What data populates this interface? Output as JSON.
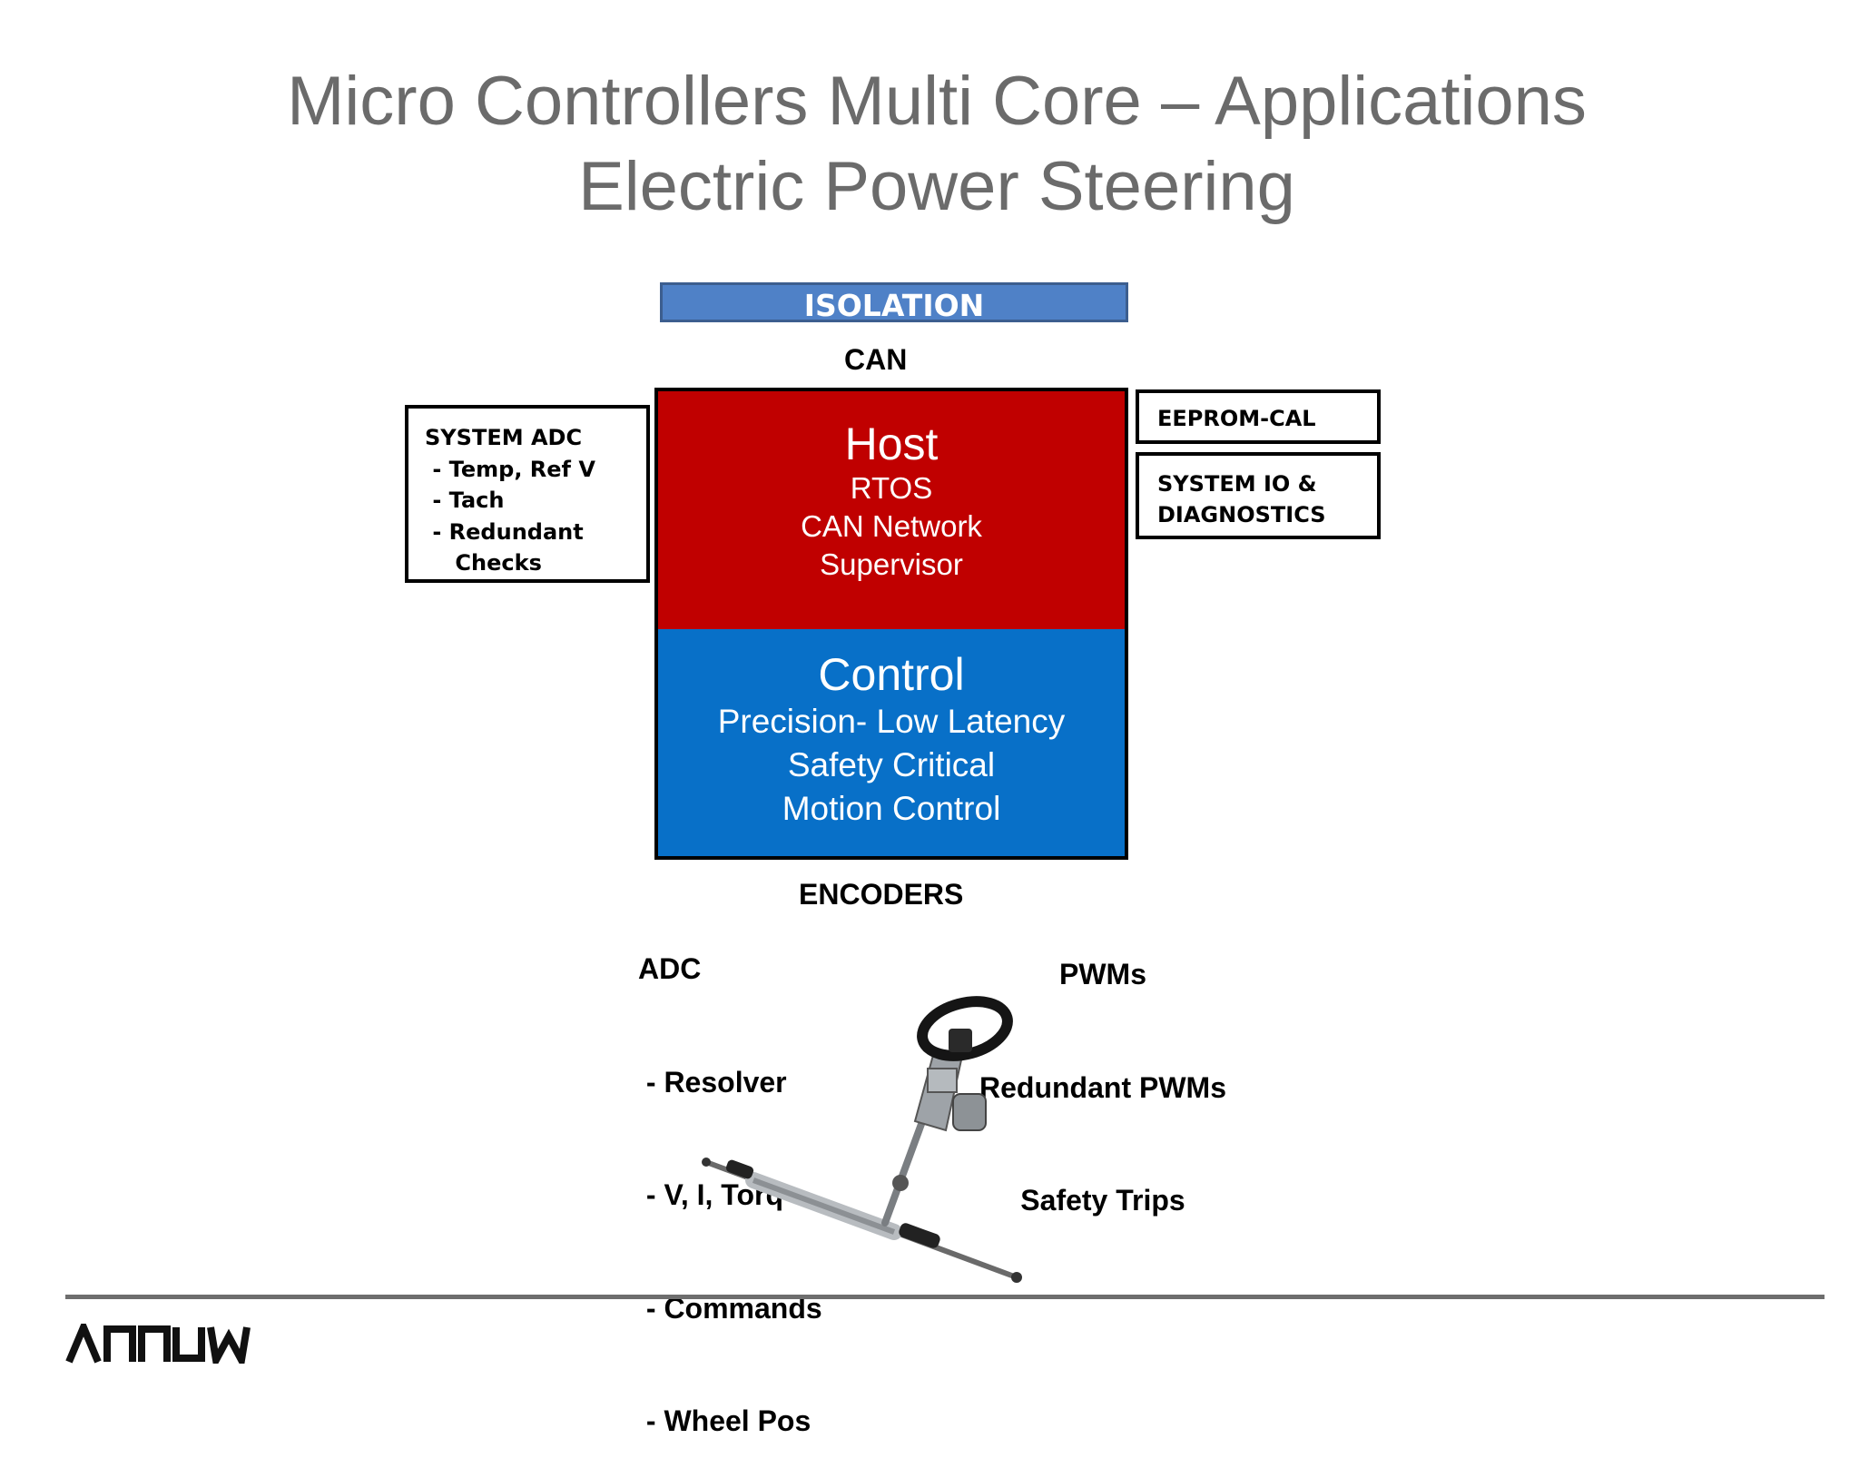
{
  "slide": {
    "title_line1": "Micro Controllers Multi Core – Applications",
    "title_line2": "Electric Power Steering"
  },
  "diagram": {
    "isolation_label": "ISOLATION",
    "can_label": "CAN",
    "host": {
      "title": "Host",
      "lines": [
        "RTOS",
        "CAN Network",
        "Supervisor"
      ],
      "color": "#c00000"
    },
    "control": {
      "title": "Control",
      "lines": [
        "Precision- Low Latency",
        "Safety Critical",
        "Motion Control"
      ],
      "color": "#0870c8"
    },
    "system_adc": {
      "lines": [
        "SYSTEM ADC",
        " - Temp, Ref V",
        " - Tach",
        " - Redundant",
        "    Checks"
      ]
    },
    "eeprom_label": "EEPROM-CAL",
    "system_io": {
      "lines": [
        "SYSTEM IO &",
        "DIAGNOSTICS"
      ]
    },
    "adc": {
      "lines": [
        "ADC",
        " - Resolver",
        " - V, I, Torq",
        " - Commands",
        " - Wheel Pos"
      ]
    },
    "encoders_label": "ENCODERS",
    "pwm": {
      "lines": [
        "PWMs",
        "Redundant PWMs",
        "Safety Trips"
      ]
    },
    "image": "electric-power-steering-assembly"
  },
  "footer": {
    "logo": "ARROW",
    "rule_color": "#6e6e6e"
  }
}
